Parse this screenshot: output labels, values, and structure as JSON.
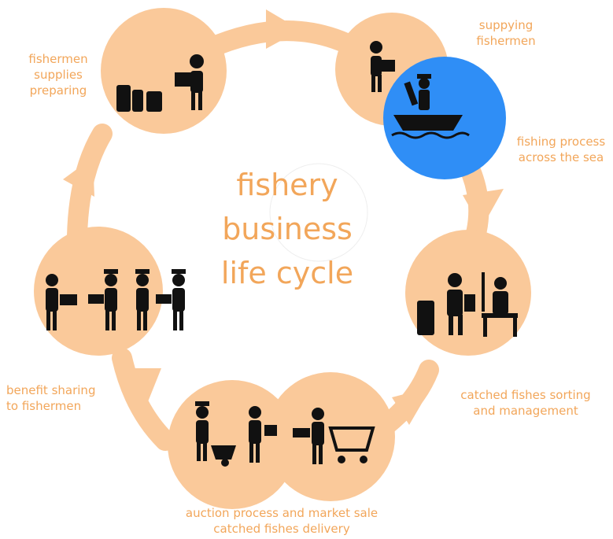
{
  "title": {
    "line1": "fishery",
    "line2": "business",
    "line3": "life cycle"
  },
  "stages": {
    "supplies": "fishermen\nsupplies\npreparing",
    "supplying": "suppying\nfishermen",
    "fishing": "fishing process\nacross the sea",
    "sorting": "catched fishes sorting\nand management",
    "delivery": "auction process and market sale\ncatched fishes delivery",
    "benefit": "benefit sharing\nto fishermen"
  },
  "colors": {
    "circle": "#fac99a",
    "ring": "#fac99a",
    "highlight": "#2f8ef6",
    "text": "#f2a65a",
    "icon": "#111111"
  }
}
